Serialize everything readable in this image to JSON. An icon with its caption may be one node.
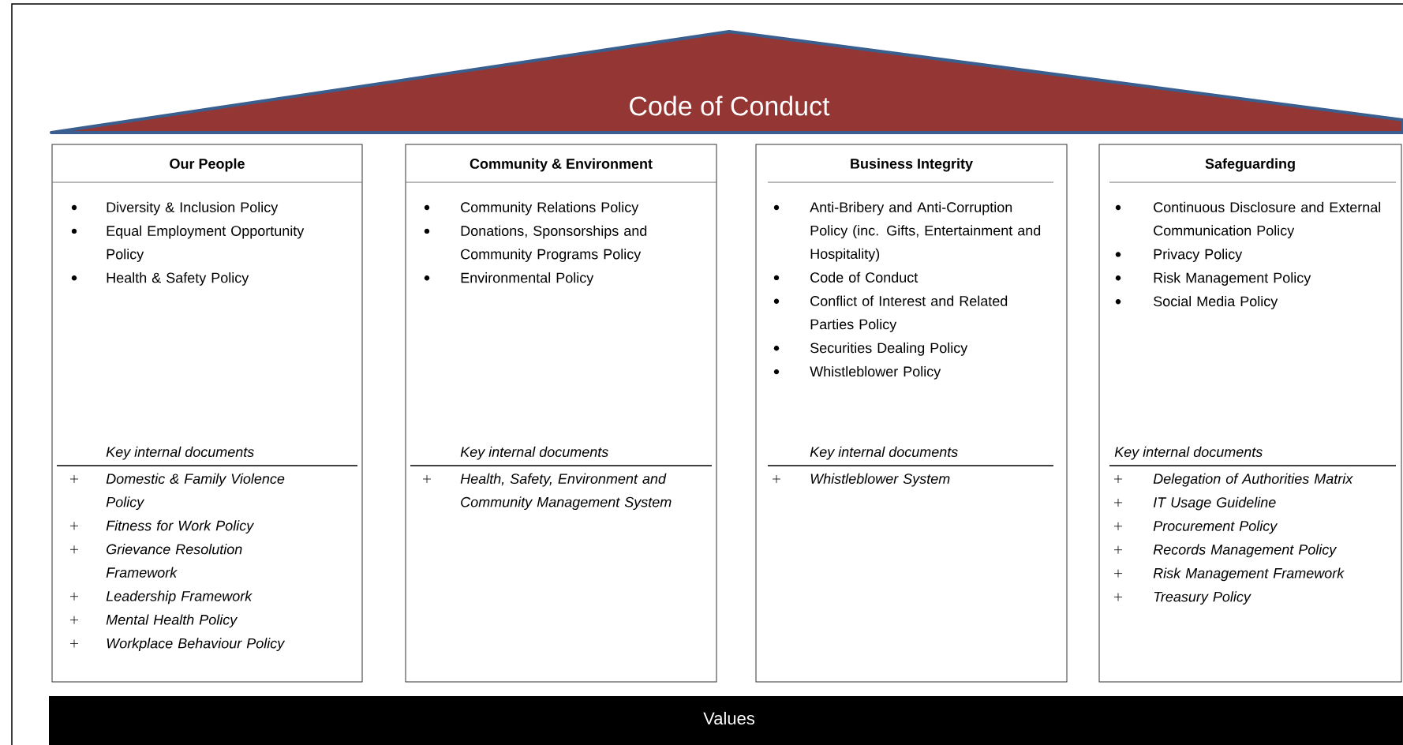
{
  "diagram": {
    "nodes": [
      {
        "text": [
          "Code of Conduct"
        ]
      },
      {
        "text": [
          "Our People",
          "Diversity & Inclusion Policy",
          "Equal Employment Opportunity Policy",
          "Health & Safety Policy",
          "Key internal documents",
          "Domestic & Family Violence Policy",
          "Fitness for Work Policy",
          "Grievance Resolution Framework",
          "Leadership Framework",
          "Mental Health Policy",
          "Workplace Behaviour Policy"
        ]
      },
      {
        "text": [
          "Community & Environment",
          "Community Relations Policy",
          "Donations, Sponsorships and Community Programs Policy",
          "Environmental Policy",
          "Key internal documents",
          "Health, Safety, Environment and Community Management System"
        ]
      },
      {
        "text": [
          "Business Integrity",
          "Anti-Bribery and Anti-Corruption Policy (inc. Gifts, Entertainment and Hospitality)",
          "Code of Conduct",
          "Conflict of Interest and Related Parties Policy",
          "Securities Dealing Policy",
          "Whistleblower Policy",
          "Key internal documents",
          "Whistleblower System"
        ]
      },
      {
        "text": [
          "Safeguarding",
          "Continuous Disclosure and External Communication Policy",
          "Privacy Policy",
          "Risk Management Policy",
          "Social Media Policy",
          "Key internal documents",
          "Delegation of Authorities Matrix",
          "IT Usage Guideline",
          "Procurement Policy",
          "Records Management Policy",
          "Risk Management Framework",
          "Treasury Policy"
        ]
      },
      {
        "text": [
          "Values"
        ]
      }
    ]
  }
}
